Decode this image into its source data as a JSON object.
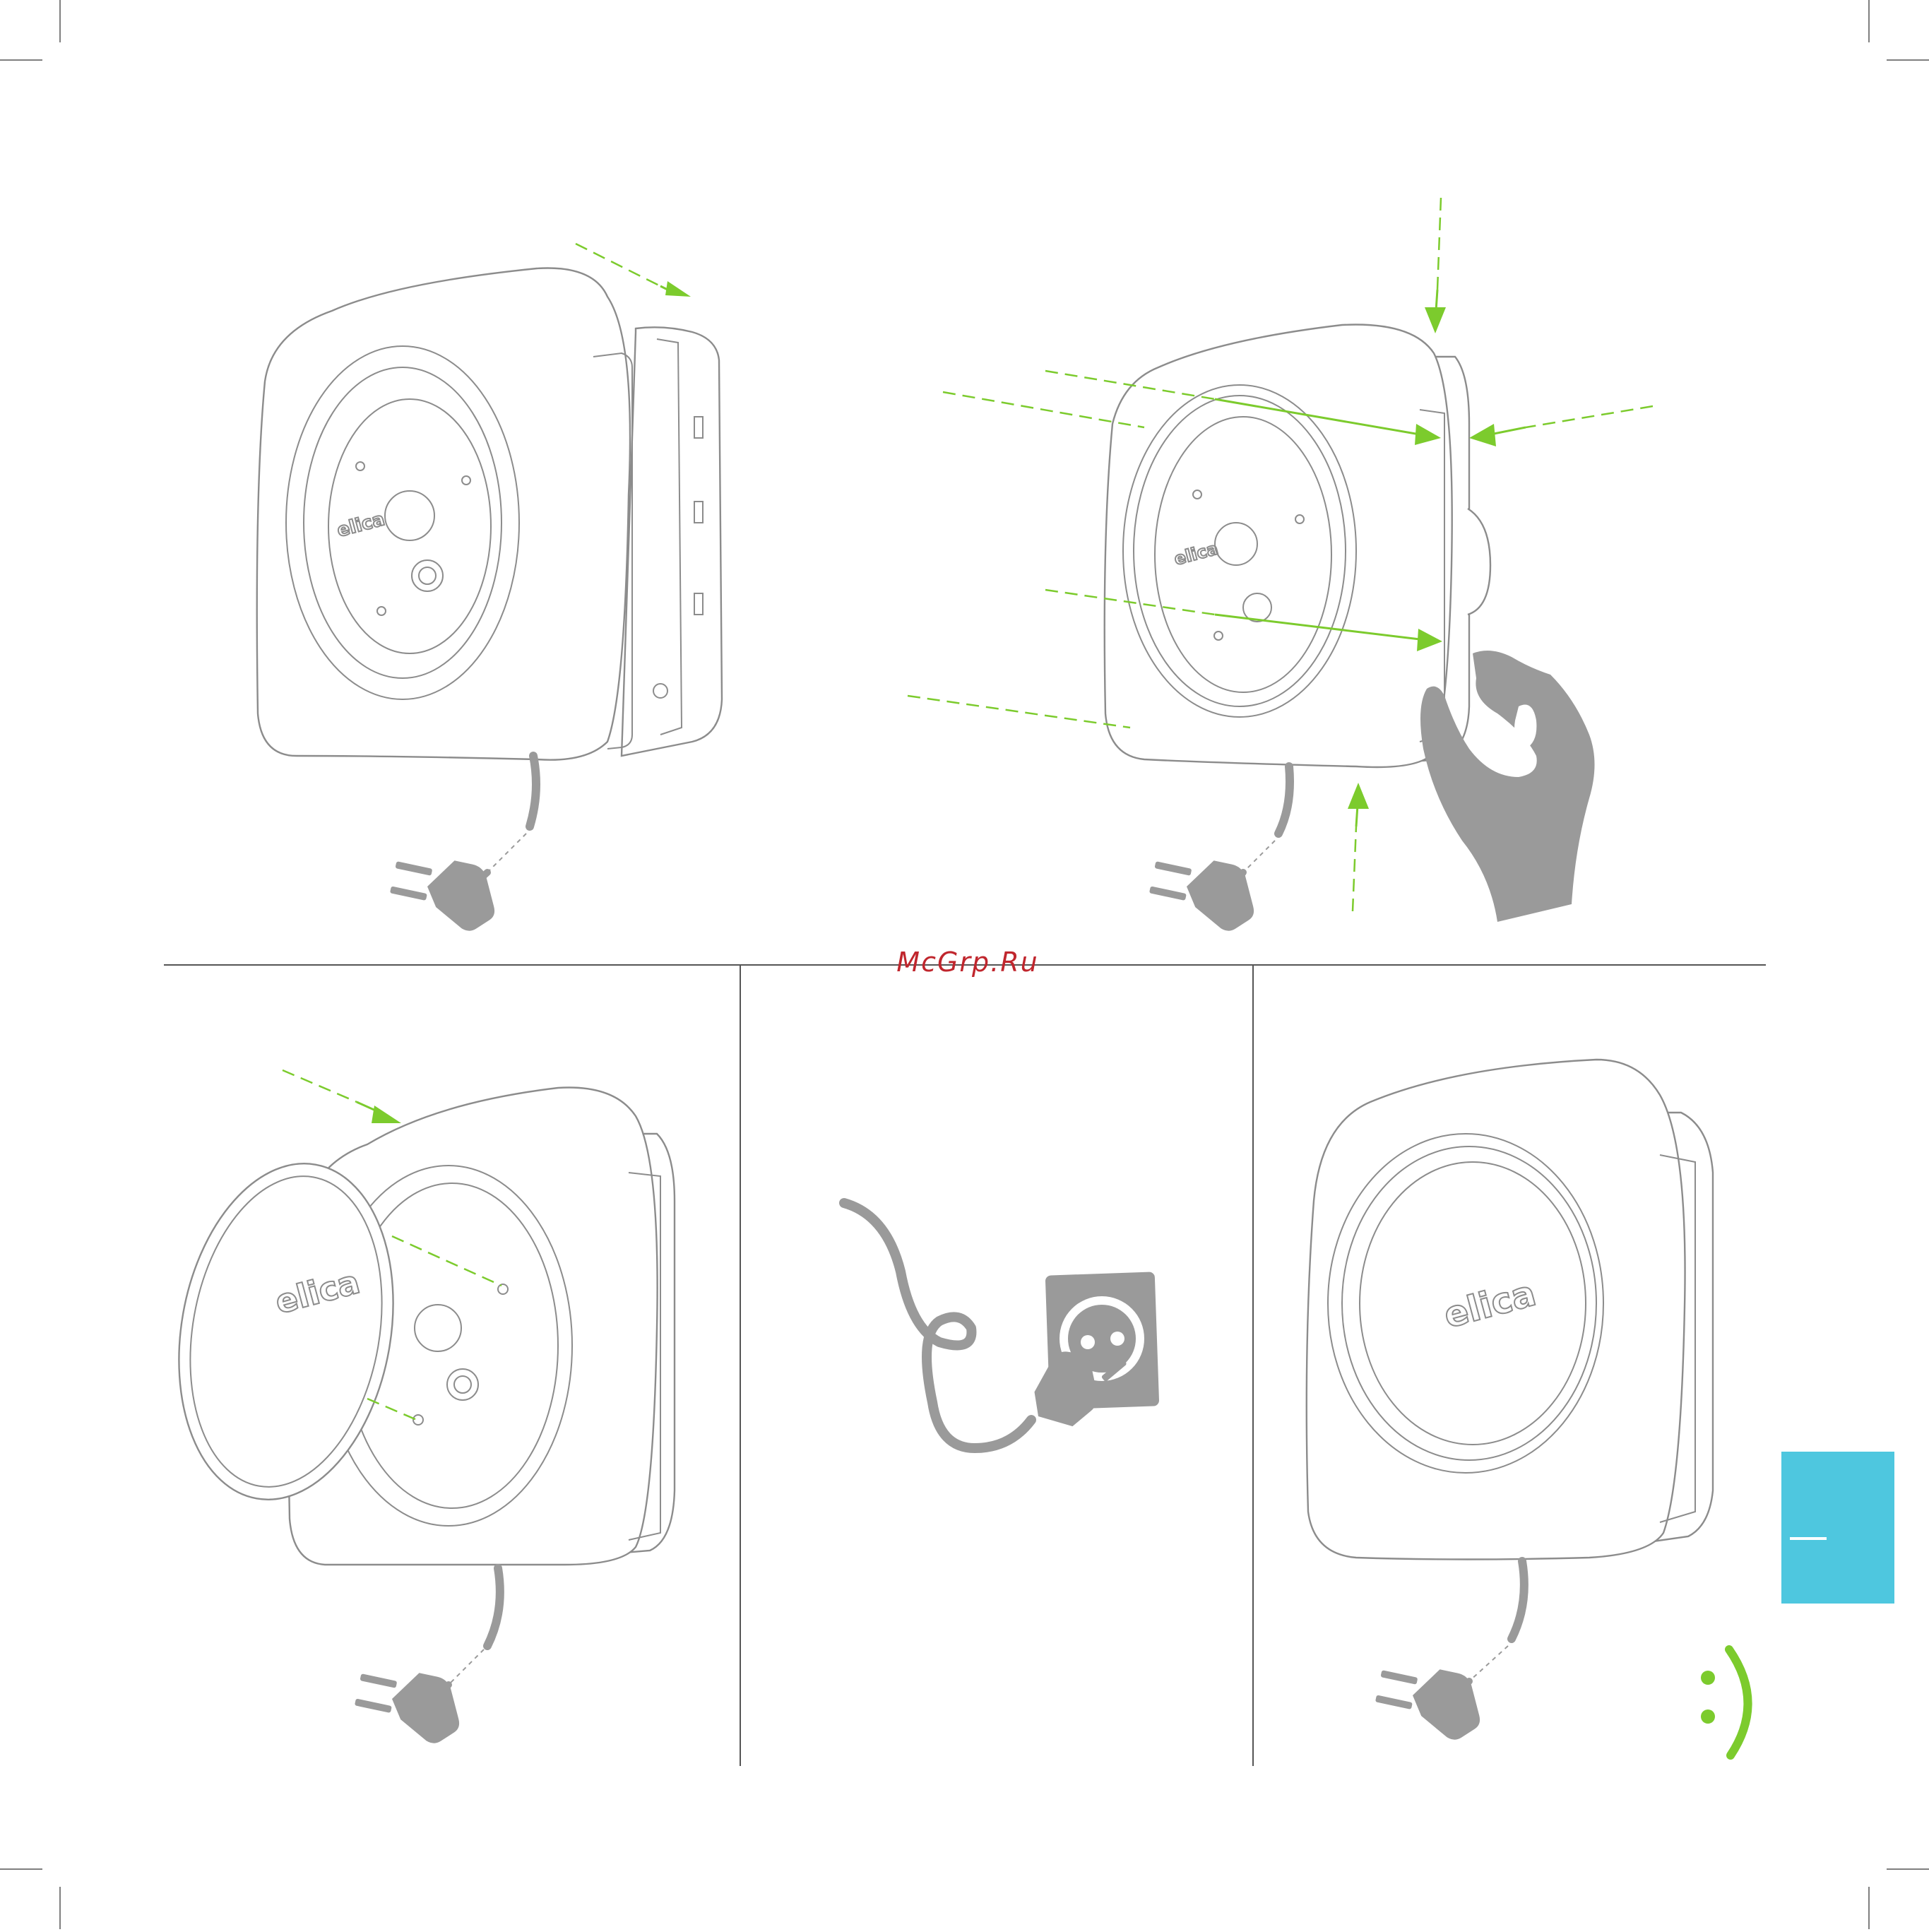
{
  "watermark": "McGrp.Ru",
  "brand": {
    "logo_text": "elica"
  },
  "colors": {
    "accent_green": "#7ccb2d",
    "tab_blue": "#4ec7df",
    "illustration_grey": "#9a9a9a",
    "watermark_red": "#c0262d"
  },
  "icons": [
    "power-plug-icon",
    "wall-socket-icon",
    "smiley-icon"
  ],
  "steps": [
    {
      "id": "attach-to-wall-bracket"
    },
    {
      "id": "press-device-onto-bracket"
    },
    {
      "id": "fit-front-cover"
    },
    {
      "id": "plug-into-socket"
    },
    {
      "id": "installation-complete"
    }
  ]
}
